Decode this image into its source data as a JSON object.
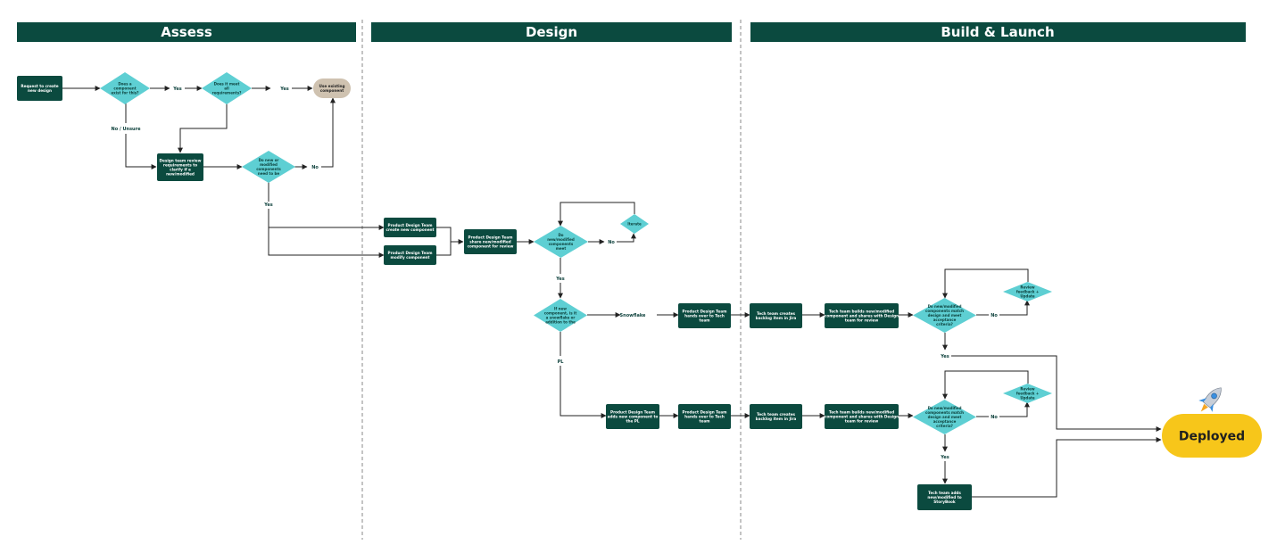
{
  "colors": {
    "header": "#0b4a3f",
    "process": "#0b4a3f",
    "decision": "#5ecfd3",
    "terminal_existing": "#cfc2b0",
    "deployed": "#f7c61a",
    "line": "#222222",
    "divider": "#888888"
  },
  "lanes": {
    "assess": "Assess",
    "design": "Design",
    "build": "Build & Launch"
  },
  "nodes": {
    "request": [
      "Request to create",
      "new design"
    ],
    "d_exists": [
      "Does a",
      "component",
      "exist for this?"
    ],
    "d_meet": [
      "Does it meet",
      "all",
      "requirements?"
    ],
    "use_existing": [
      "Use existing",
      "component"
    ],
    "review_req": [
      "Design team review",
      "requirements to",
      "clarify if a",
      "new/modified"
    ],
    "d_need": [
      "Do new or",
      "modified",
      "components",
      "need to be"
    ],
    "create": [
      "Product Design Team",
      "create new component"
    ],
    "modify": [
      "Product Design Team",
      "modify component"
    ],
    "share": [
      "Product Design Team",
      "share new/modified",
      "component for review"
    ],
    "d_meet2": [
      "Do",
      "new/modified",
      "components",
      "meet"
    ],
    "iterate": [
      "Iterate"
    ],
    "d_snow": [
      "If new",
      "component, is it",
      "a snowflake or",
      "addition to the"
    ],
    "handover1": [
      "Product Design Team",
      "hands over to Tech",
      "team"
    ],
    "adds_pl": [
      "Product Design Team",
      "adds new component to",
      "the PL"
    ],
    "handover2": [
      "Product Design Team",
      "hands over to Tech",
      "team"
    ],
    "backlog1": [
      "Tech team creates",
      "backlog item in Jira"
    ],
    "backlog2": [
      "Tech team creates",
      "backlog item in Jira"
    ],
    "build1": [
      "Tech team builds new/modified",
      "component and shares with Design",
      "team for review"
    ],
    "build2": [
      "Tech team builds new/modified",
      "component and shares with Design",
      "team for review"
    ],
    "d_match1": [
      "Do new/modified",
      "components match",
      "design and meet",
      "acceptance",
      "criteria?"
    ],
    "d_match2": [
      "Do new/modified",
      "components match",
      "design and meet",
      "acceptance",
      "criteria?"
    ],
    "review_fb1": [
      "Review",
      "feedback +",
      "Update"
    ],
    "review_fb2": [
      "Review",
      "feedback +",
      "Update"
    ],
    "storybook": [
      "Tech team adds",
      "new/modified to",
      "StoryBook"
    ],
    "deployed": "Deployed"
  },
  "edge_labels": {
    "yes1": "Yes",
    "yes2": "Yes",
    "no_unsure": "No / Unsure",
    "no1": "No",
    "yes3": "Yes",
    "no2": "No",
    "yes4": "Yes",
    "snowflake": "Snowflake",
    "pl": "PL",
    "no3": "No",
    "yes5": "Yes",
    "no4": "No",
    "yes6": "Yes"
  },
  "icons": {
    "deployed": "rocket-icon"
  }
}
